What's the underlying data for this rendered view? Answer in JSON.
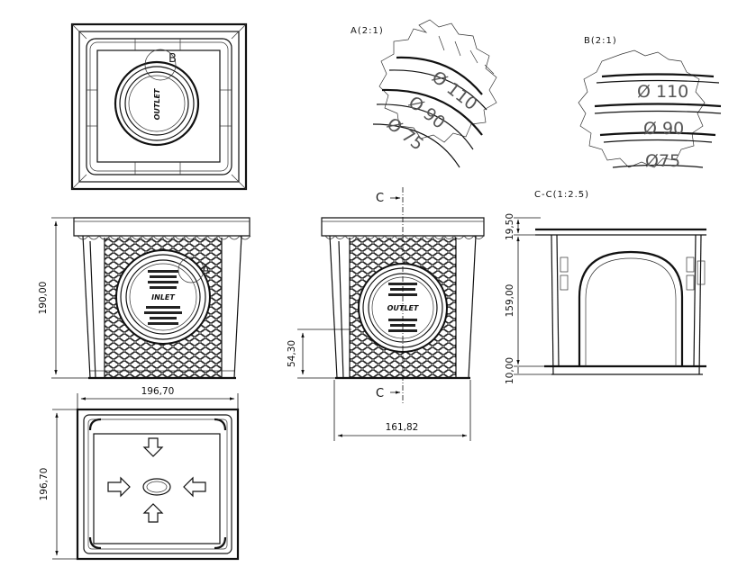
{
  "detail_a": {
    "title": "A(2:1)",
    "d1": "Ø 110",
    "d2": "Ø 90",
    "d3": "Ø 75"
  },
  "detail_b": {
    "title": "B(2:1)",
    "d1": "Ø 110",
    "d2": "Ø 90",
    "d3": "Ø75"
  },
  "section_cc": {
    "title": "C-C(1:2.5)",
    "dim_top": "19,50",
    "dim_mid": "159,00",
    "dim_bottom": "10,00"
  },
  "top_view": {
    "marker_b": "B",
    "label": "OUTLET"
  },
  "front_view": {
    "height": "190,00",
    "marker_a": "A",
    "label": "INLET"
  },
  "side_view": {
    "height": "54,30",
    "width": "161,82",
    "section_top": "C",
    "section_bottom": "C",
    "label": "OUTLET"
  },
  "bottom_view": {
    "width": "196,70",
    "height": "196,70"
  }
}
